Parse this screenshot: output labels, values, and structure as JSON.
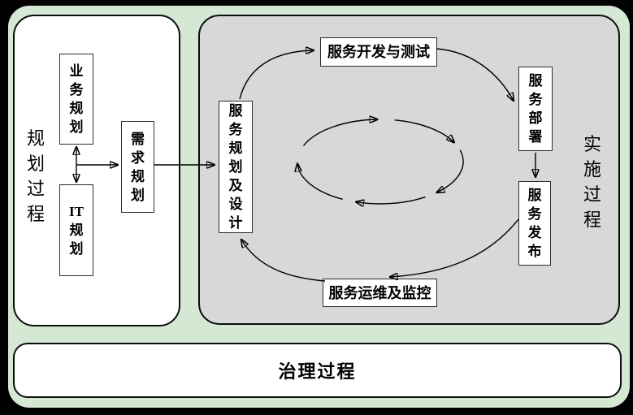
{
  "colors": {
    "frame": "#000000",
    "surface": "#d5e8d4",
    "planning_panel": "#ffffff",
    "implementation_panel": "#d8d8d8",
    "governance_panel": "#ffffff",
    "box_fill": "#ffffff",
    "line": "#000000"
  },
  "planning": {
    "label": "规\n划\n过\n程",
    "business_box": "业\n务\n规\n划",
    "it_box": "IT\n规\n划",
    "requirements_box": "需\n求\n规\n划"
  },
  "implementation": {
    "label": "实\n施\n过\n程",
    "design_box": "服\n务\n规\n划\n及\n设\n计",
    "dev_test_box": "服务开发与测试",
    "deploy_box": "服\n务\n部\n署",
    "release_box": "服\n务\n发\n布",
    "ops_box": "服务运维及监控"
  },
  "governance": {
    "label": "治理过程"
  }
}
